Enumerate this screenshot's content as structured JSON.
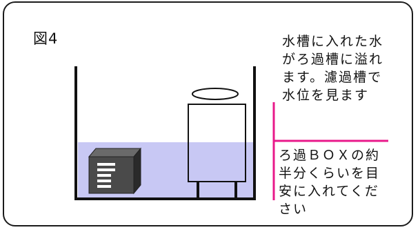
{
  "figure": {
    "label": "図4"
  },
  "notes": {
    "top_lines": [
      "水槽に入れた水",
      "がろ過槽に溢れ",
      "ます。濾過槽で",
      "水位を見ます"
    ],
    "bottom_lines": [
      "ろ過ＢＯＸの約",
      "半分くらいを目",
      "安に入れてくだ",
      "さい"
    ]
  },
  "colors": {
    "water": "#c8c8f4",
    "outline": "#111111",
    "pointer": "#e8198a",
    "pump_dark": "#3a3a3a",
    "pump_mid": "#5a5a5a",
    "frame": "#1a1a1a"
  },
  "icons": {
    "pump": "pump-icon",
    "filter_box": "filter-box-icon"
  }
}
